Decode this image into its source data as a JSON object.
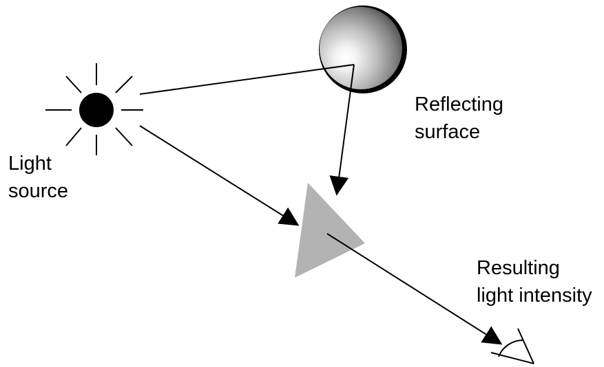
{
  "labels": {
    "light_source": [
      "Light",
      "source"
    ],
    "reflecting_surface": [
      "Reflecting",
      "surface"
    ],
    "resulting_intensity": [
      "Resulting",
      "light intensity"
    ]
  },
  "colors": {
    "ink": "#000000",
    "surface_patch": "#b3b3b3",
    "sphere_highlight": "#ffffff",
    "sphere_shadow": "#4a4a4a"
  },
  "icons": {
    "light_source": "sun-icon",
    "reflecting_surface": "sphere-icon",
    "surface_patch": "triangle-patch",
    "observer": "eye-icon"
  }
}
